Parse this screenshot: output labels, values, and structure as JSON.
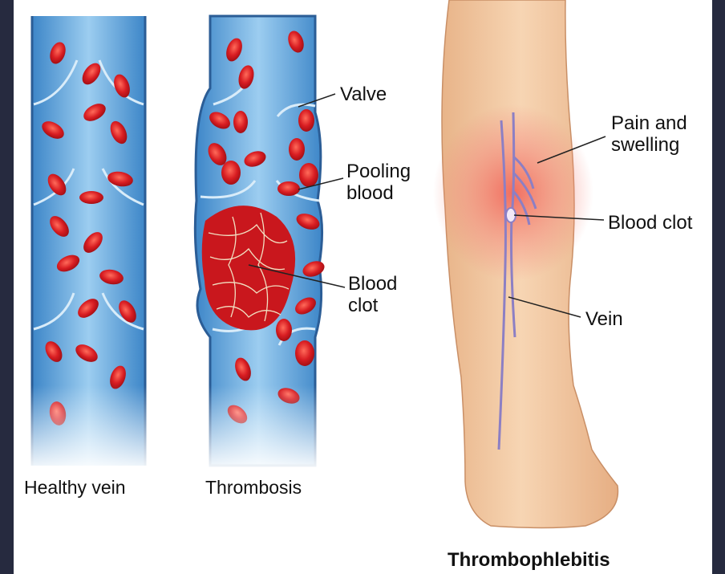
{
  "colors": {
    "background": "#262a3f",
    "vein_blue": "#5a9ed6",
    "vein_light": "#8cc3ec",
    "blood_red": "#d81d22",
    "skin": "#f4c9a3",
    "inflammation": "#f28a80",
    "leg_vein": "#8c7fc4"
  },
  "panels": {
    "healthy_vein": {
      "caption": "Healthy vein"
    },
    "thrombosis": {
      "caption": "Thrombosis"
    },
    "thrombophlebitis": {
      "caption": "Thrombophlebitis"
    }
  },
  "callouts": {
    "valve": "Valve",
    "pooling_blood": "Pooling\nblood",
    "blood_clot_vein": "Blood\nclot",
    "pain_swelling": "Pain and\nswelling",
    "blood_clot_leg": "Blood clot",
    "vein": "Vein"
  }
}
